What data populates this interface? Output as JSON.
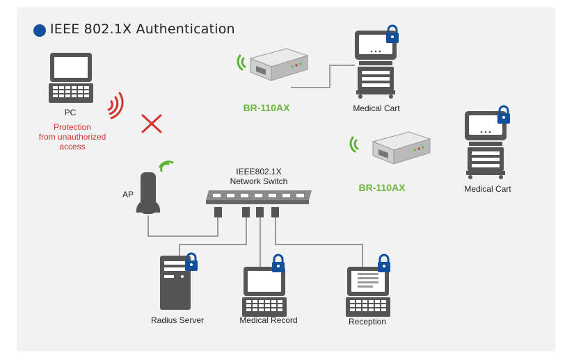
{
  "title": "IEEE 802.1X Authentication",
  "labels": {
    "pc": "PC",
    "protection_line1": "Protection",
    "protection_line2": "from unauthorized",
    "protection_line3": "access",
    "ap": "AP",
    "switch_line1": "IEEE802.1X",
    "switch_line2": "Network Switch",
    "br_top": "BR-110AX",
    "br_mid": "BR-110AX",
    "cart_top": "Medical Cart",
    "cart_right": "Medical Cart",
    "radius": "Radius Server",
    "record": "Medical Record",
    "reception": "Reception"
  },
  "colors": {
    "title_dot": "#13509b",
    "lock": "#13509b",
    "wifi_green": "#5cb531",
    "wifi_red": "#d0342c",
    "device_gray": "#555555",
    "line_gray": "#9a9a9a"
  },
  "icons": [
    "laptop-icon",
    "wifi-signal-icon",
    "cross-icon",
    "access-point-icon",
    "network-switch-icon",
    "bridge-device-icon",
    "medical-cart-icon",
    "lock-icon",
    "server-tower-icon"
  ]
}
